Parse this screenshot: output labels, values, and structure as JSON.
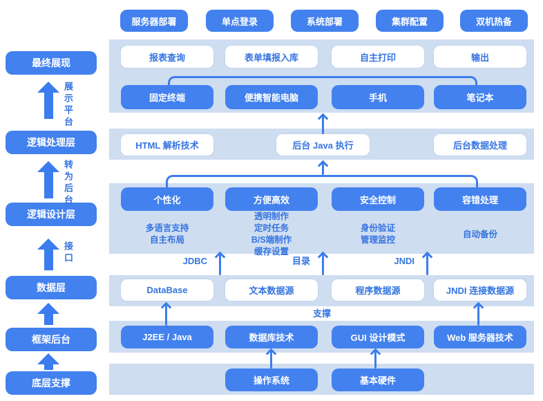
{
  "colors": {
    "primary": "#4281ee",
    "band": "#cfddf1",
    "bluetext": "#3474e0",
    "arrow": "#3b7cee"
  },
  "top_row": [
    "服务器部署",
    "单点登录",
    "系统部署",
    "集群配置",
    "双机热备"
  ],
  "sidebar": {
    "levels": [
      "最终展现",
      "逻辑处理层",
      "逻辑设计层",
      "数据层",
      "框架后台",
      "底层支撑"
    ],
    "arrow_labels": [
      "展示平台",
      "转为后台",
      "接口"
    ]
  },
  "rows": {
    "output": [
      "报表查询",
      "表单填报入库",
      "自主打印",
      "输出"
    ],
    "terminals": [
      "固定终端",
      "便携智能电脑",
      "手机",
      "笔记本"
    ],
    "logic": [
      "HTML 解析技术",
      "后台 Java 执行",
      "后台数据处理"
    ],
    "design": [
      "个性化",
      "方便高效",
      "安全控制",
      "容错处理"
    ],
    "design_details": [
      {
        "lines": [
          "多语言支持",
          "自主布局"
        ]
      },
      {
        "lines": [
          "透明制作",
          "定时任务",
          "B/S端制作",
          "缓存设置"
        ]
      },
      {
        "lines": [
          "身份验证",
          "管理监控"
        ]
      },
      {
        "lines": [
          "自动备份"
        ]
      }
    ],
    "datasources": [
      "DataBase",
      "文本数据源",
      "程序数据源",
      "JNDI 连接数据源"
    ],
    "frameworks": [
      "J2EE / Java",
      "数据库技术",
      "GUI 设计模式",
      "Web 服务器技术"
    ],
    "base": [
      "操作系统",
      "基本硬件"
    ]
  },
  "connector_labels": {
    "jdbc": "JDBC",
    "directory": "目录",
    "jndi": "JNDI",
    "support": "支撑"
  }
}
